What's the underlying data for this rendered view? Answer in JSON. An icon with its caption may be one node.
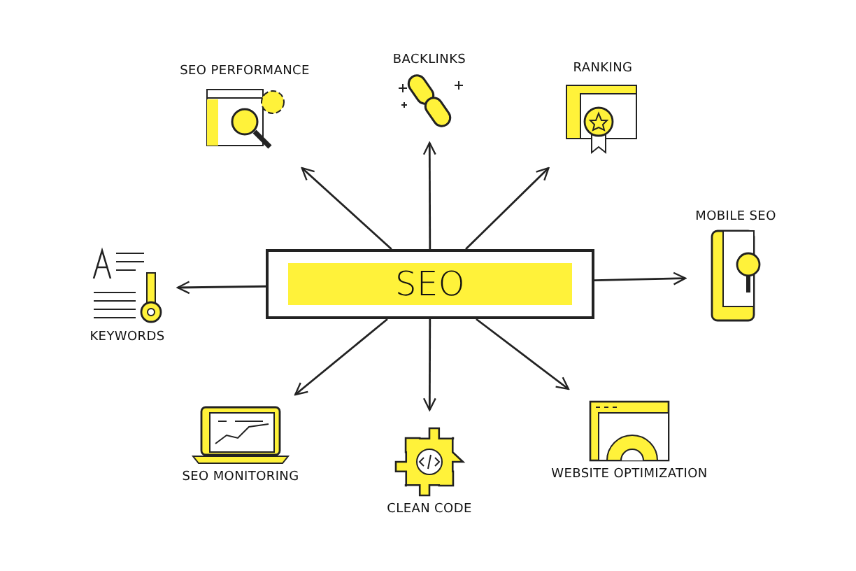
{
  "diagram": {
    "nodes": [
      {
        "text": [
          "SEO"
        ]
      },
      {
        "text": [
          "SEO PERFORMANCE"
        ]
      },
      {
        "text": [
          "BACKLINKS"
        ]
      },
      {
        "text": [
          "RANKING"
        ]
      },
      {
        "text": [
          "MOBILE SEO"
        ]
      },
      {
        "text": [
          "KEYWORDS"
        ]
      },
      {
        "text": [
          "SEO MONITORING"
        ]
      },
      {
        "text": [
          "CLEAN CODE"
        ]
      },
      {
        "text": [
          "WEBSITE OPTIMIZATION"
        ]
      }
    ],
    "edges": [
      {
        "from": 0,
        "to": 1,
        "arrow": "to"
      },
      {
        "from": 0,
        "to": 2,
        "arrow": "to"
      },
      {
        "from": 0,
        "to": 3,
        "arrow": "to"
      },
      {
        "from": 0,
        "to": 4,
        "arrow": "to"
      },
      {
        "from": 0,
        "to": 5,
        "arrow": "to"
      },
      {
        "from": 0,
        "to": 6,
        "arrow": "to"
      },
      {
        "from": 0,
        "to": 7,
        "arrow": "to"
      },
      {
        "from": 0,
        "to": 8,
        "arrow": "to"
      }
    ]
  }
}
